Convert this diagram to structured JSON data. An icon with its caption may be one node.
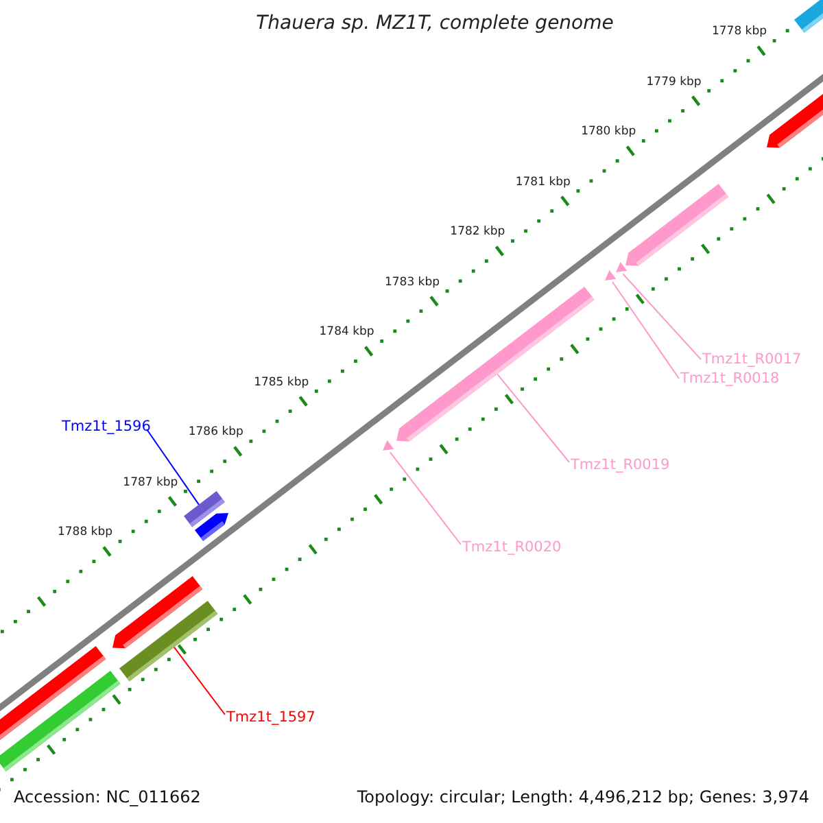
{
  "diagram": {
    "title": "Thauera sp. MZ1T, complete genome",
    "nodes": [
      {
        "text": [],
        "shape": "bar"
      },
      {
        "text": [],
        "shape": "bar"
      },
      {
        "text": [],
        "shape": "bar"
      },
      {
        "text": [],
        "shape": "triangle"
      },
      {
        "text": [],
        "shape": "triangle"
      },
      {
        "text": [
          "Tmz1t_R0017"
        ]
      },
      {
        "text": [
          "Tmz1t_R0018"
        ]
      },
      {
        "text": [],
        "shape": "bar"
      },
      {
        "text": [],
        "shape": "triangle"
      },
      {
        "text": [
          "Tmz1t_1596"
        ]
      },
      {
        "text": [
          "Tmz1t_R0019"
        ]
      },
      {
        "text": [],
        "shape": "bar"
      },
      {
        "text": [],
        "shape": "bar"
      },
      {
        "text": [
          "Tmz1t_R0020"
        ]
      },
      {
        "text": [],
        "shape": "bar"
      },
      {
        "text": [],
        "shape": "bar"
      },
      {
        "text": [],
        "shape": "bar"
      },
      {
        "text": [],
        "shape": "bar"
      },
      {
        "text": [
          "Tmz1t_1597"
        ]
      }
    ],
    "edges": [
      {
        "from": 5,
        "to": 3,
        "arrow": "none"
      },
      {
        "from": 6,
        "to": 4,
        "arrow": "none"
      },
      {
        "from": 10,
        "to": 7,
        "arrow": "none"
      },
      {
        "from": 13,
        "to": 8,
        "arrow": "none"
      },
      {
        "from": 9,
        "to": 11,
        "arrow": "none",
        "color": "#0000ff"
      },
      {
        "from": 18,
        "to": 15,
        "arrow": "none",
        "color": "#ff0000"
      }
    ],
    "labels": [
      "1778 kbp",
      "1779 kbp",
      "1780 kbp",
      "1781 kbp",
      "1782 kbp",
      "1783 kbp",
      "1784 kbp",
      "1785 kbp",
      "1786 kbp",
      "1787 kbp",
      "1788 kbp",
      "Accession: NC_011662",
      "Topology: circular; Length: 4,496,212 bp; Genes: 3,974"
    ]
  }
}
